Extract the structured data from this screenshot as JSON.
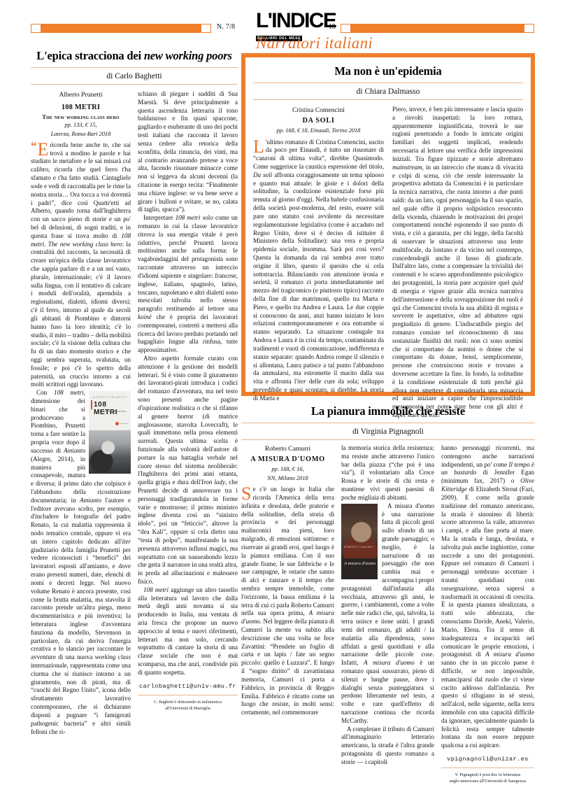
{
  "masthead": {
    "issue_number": "N. 7/8",
    "page_number": "19",
    "logo_main": "L'INDICE",
    "logo_sub": "DEI LIBRI DEL MESE",
    "section_title": "Narratori italiani",
    "accent_color": "#f07d2a"
  },
  "articles": {
    "left": {
      "headline_plain": "L'epica stracciona dei ",
      "headline_italic": "new working poors",
      "byline": "di Carlo Baghetti",
      "book": {
        "author": "Alberto Prunetti",
        "title": "108 METRI",
        "subtitle": "The new working class hero",
        "meta_line1": "pp. 133, € 15,",
        "meta_line2": "Laterza, Roma-Bari 2018"
      },
      "cover": {
        "author_small": "ALBERTO PRUNETTI",
        "title_big": "108 METRI",
        "subtitle_small": "The new working class hero"
      },
      "col1": {
        "p1_quote": "“",
        "p1_dropcap": "E",
        "p1": "ricorda bene anche te, che sai trovà a modino le parole e hai studiato le metafore e le sai misurà col calibro, ricorda che quel ferro t'ha sfamato e t'ha fatto studià. Càntagliele sode e vedi di raccontalla per le rime la nostra storia… Ora tocca a voi doventà i padri”, dice così Quattr'etti ad Alberto, quando torna dall'Inghilterra con un sacco pieno di storie e un po' bel di delusioni, di sogni traditi, e in questa frase si trova molto di ",
        "p1_i1": "108 metri. The new working class hero",
        "p1_b": ": la centralità del racconto, la necessità di creare un'epica della classe lavoratrice che sappia parlare di e a un noi vasto, plurale, internazionale; c'è il lavoro sulla lingua, con il tentativo di calcare i moduli dell'oralità, aprendola a regionalismi, dialetti, idiomi diversi; c'è il ferro, intorno al quale da secoli gli abitanti di Piombino e dintorni hanno fuso la loro identità; c'è lo studio, il mito – tradito – della mobilità sociale; c'è la visione della cultura che fu di un dato momento storico e che oggi sembra superata, svalutata, un fossile; e poi c'è lo spettro della paternità, un cruccio intorno a cui molti scrittori oggi lavorano.",
        "p2_a": "Con ",
        "p2_i1": "108 metri",
        "p2_b": ", dimensione dei binari che si producevano a Piombino, Prunetti torna a fare sentire la propria voce dopo il successo di ",
        "p2_i2": "Amianto",
        "p2_c": " (Alegre, 2014), in maniera più consapevole, matura e diversa; il primo dato che colpisce è l'abbandono della ricostruzione documentaria; in ",
        "p2_i3": "Amianto",
        "p2_d": " l'autore e l'editore avevano scelto, per esempio, d'includere le fotografie del padre Renato, la cui malattia rappresenta il nodo tematico centrale, oppure vi era un intero capitolo dedicato all'",
        "p2_i4": "iter",
        "p2_e": " giudiziario della famiglia Prunetti per vedere riconosciuti i “benefici” dei lavoratori esposti all'amianto, e dove erano presenti numeri, date, elenchi di nomi e decreti legge. Nel nuovo volume Renato è ancora presente, così come la brutta malattia, ma stavolta il racconto prende un'altra piega, meno documentaristica e più inventiva; la letteratura inglese d'avventura funziona da modello, Stevenson in particolare, da cui deriva l'energia creativa e lo slancio per raccontare le avventure di una nuova ",
        "p2_i5": "working class",
        "p2_f": " internazionale, rappresentata come una ciurma che si riunisce intorno a un giuramento, non di pirati, ma di “cuochi del Regno Unito”, icona dello sfruttamento lavorativo contemporaneo, che si dichiarano disposti a pugnare “i famigerati pathogenic bacteria” e altri simili felloni che ri-"
      },
      "col2": {
        "p1": "schiano di piegare i sudditi di Sua Maestà. Si deve principalmente a questa ascendenza letteraria il tono baldanzoso e fin quasi spaccone, gagliardo e esuberante di uno dei pochi testi italiani che racconta il lavoro senza cedere alla retorica della sconfitta, della rinuncia, dei vinti, ma al contrario avanzando pretese a voce alta, facendo risuonare minacce come non si leggeva da alcuni decenni (la citazione in esergo recita: “Finalmente una chiave inglese: se va bene serve a girare i bulloni e svitare, se no, calata di taglio, spacca”).",
        "p2_a": "Interpretare ",
        "p2_i1": "108 metri",
        "p2_b": " solo come un romanzo in cui la classe lavoratrice ritrova la sua energia vitale è però riduttivo, perché Prunetti lavora moltissimo anche sulla forma: le vagabondaggini del protagonista sono raccontate attraverso un intreccio d'idiomi sapiente e singolare: francese, inglese, italiano, spagnolo, latino, toscano, napoletano e altri dialetti sono mescolati talvolta nello stesso paragrafo restituendo al lettore una ",
        "p2_i2": "koiné",
        "p2_c": " che è propria dei lavoratori contemporanei, costretti a mettersi alla ricerca del lavoro perduto portando nel bagagliaio lingue alla rinfusa, tutte approssimative.",
        "p3_a": "Altro aspetto formale curato con attenzione è la gestione dei modelli letterari. Si è visto come il giuramento dei lavoratori-pirati introduca i codici del romanzo d'avventura, ma nel testo sono presenti anche pagine d'ispirazione realistica o che si rifanno al genere horror (di matrice anglosassone, stavolta Lovecraft), le quali immettono nella prosa elementi surreali. Questa ultima scelta è funzionale alla volontà dell'autore di portare la sua battaglia verbale nel cuore stesso del sistema neoliberale: l'Inghilterra dei primi anni ottanta, quella grigia e dura dell'",
        "p3_i1": "Iron lady",
        "p3_b": ", che Prunetti decide di annoverare tra i personaggi trasfigurandola in forme varie e mostruose; il primo ministro inglese diventa così un “sinistro idolo”, poi un “feticcio”, altrove la “dea Kalì”, oppure si cela dietro una “testa di polpo”, manifestando la sua presenza attraverso influssi magici, ma soprattutto con un nauseabondo lezzo che getta il narratore in una realtà altra, in preda ad allucinazioni e malessere fisico.",
        "p4_i1": "108 metri",
        "p4_a": " aggiunge un altro tassello alla letteratura sul lavoro che dalla metà degli anni novanta si sta producendo in Italia, una ventata di aria fresca che propone un nuovo approccio al tema e nuovi riferimenti, letterari ma non solo, cercando soprattutto di cantare la storia di una classe sociale che non è mai scomparsa, ma che anzi, condivide più di quanto sospetta.",
        "email": "carlobaghetti@univ-amu.fr",
        "credit_line1": "C. Baghetti è dottorando in italianistica",
        "credit_line2": "all'Università di Marsiglia"
      }
    },
    "right_top": {
      "headline": "Ma non è un'epidemia",
      "byline": "di Chiara Dalmasso",
      "book": {
        "author": "Cristina Comencini",
        "title": "DA SOLI",
        "meta": "pp. 168, € 18, Einaudi, Torino 2018"
      },
      "col1": {
        "p1_dropcap": "L",
        "p1_a": "'ultimo romanzo di Cristina Comencini, uscito da poco per Einaudi, è tutto un risuonare di “canzoni di ultima volta”, direbbe Quasimodo. Come suggerisce la caustica espressione del titolo, ",
        "p1_i1": "Da soli",
        "p1_b": " affronta coraggiosamente un tema spinoso e quanto mai attuale: le gioie e i dolori della solitudine, la condizione esistenziale forse più temuta al giorno d'oggi. Nella babele confusionaria della società post-moderna, del resto, essere soli pare uno statuto così avvilente da necessitare regolamentazione legislativa (come è accaduto nel Regno Unito, dove si è deciso di istituire il Ministero della Solitudine): una vera e propria epidemia sociale, insomma. Sarà poi così vero? Questa la domanda da cui sembra aver tratto origine il libro, questo il quesito che si cela sottotraccia. Bilanciando con attenzione ironia e serietà, il romanzo ci porta immediatamente nel mezzo del tragicomico (e piuttosto tipico) racconto della fine di due matrimoni, quello tra Marta e Piero, e quello tra Andrea e Laura. Le due coppie si conoscono da anni, anzi hanno iniziato le loro relazioni contemporaneamente e ora entrambe si stanno separando. La situazione coniugale tra Andrea e Laura è in crisi da tempo, contaminata da tradimenti e vuoti di comunicazione, indifferenza e stanze separate: quando Andrea rompe il silenzio e si allontana, Laura patisce a tal punto l'abbandono da ammalarsi, ma estromette il marito dalla sua vita e affronta l'",
        "p1_i2": "iter",
        "p1_c": " delle cure da sola; sviluppo prevedibile e quasi scontato, si direbbe. La storia di Marta e"
      },
      "col2": {
        "p1_a": "Piero, invece, è ben più interessante e lascia spazio a risvolti inaspettati: la loro rottura, apparentemente ingiustificata, troverà le sue ragioni penetrando a fondo le intricate origini familiari dei soggetti implicati, rendendo necessaria al lettore una verifica delle impressioni iniziali. Tra figure tipizzate e storie altrettanto ",
        "p1_i1": "mainstream",
        "p1_b": ", in un intreccio che manca di vivacità e colpi di scena, ciò che rende interessante la prospettiva adottata da Comencini è in particolare la tecnica narrativa, che ruota intorno a due punti saldi: da un lato, ogni personaggio ha il suo spazio, nel quale offre il proprio solipsistico resoconto della vicenda, chiarendo le motivazioni dei propri comportamenti nonché esponendo il suo punto di vista, e ciò a garanzia, per chi legge, della facoltà di osservare le situazioni attraverso una lente multifocale, da lontano e da vicino nel contempo, concedendogli anche il lusso di giudicarle. Dall'altro lato, come a compensare la trivialità dei contenuti e lo scarso approfondimento psicologico dei protagonisti, la storia pare acquisire quel ",
        "p1_i2": "quid",
        "p1_c": " di energia e vigore grazie alla tecnica narrativa dell'intersezione e della sovrapposizione dei ruoli è qui che Comencini rivela la sua abilità di regista e sovverte le aspettative, oltre ad abbattere ogni pregiudizio di genere. L'indiscutibile pregio del romanzo consiste nel riconoscimento di una sostanziale fluidità dei ruoli: non ci sono uomini che si comportano da uomini o donne che si comportano da donne, bensì, semplicemente, persone che costruiscono storie e trovano a doversene accettare la fine. In fondo, la solitudine è la condizione esistenziale di tutti perché già allora non smettere di considerarla una minaccia ed anzi iniziare a capire che l'imprescindibile presupposto per poter stare bene con gli altri è saper stare da soli?"
      }
    },
    "right_bottom": {
      "headline": "La pianura immobile che resiste",
      "byline": "di Virginia Pignagnoli",
      "book": {
        "author": "Roberto Camurri",
        "title": "A MISURA D'UOMO",
        "meta_line1": "pp. 168, € 16,",
        "meta_line2": "NN, Milano 2018"
      },
      "cover": {
        "author_small": "ROBERTO CAMURRI",
        "title_small": "A misura d'uomo"
      },
      "col1": {
        "p1_dropcap": "S",
        "p1_a": "e c'è un luogo in Italia che ricorda l'America della terra infinita e desolata, delle praterie e della solitudine, della storia di provincia e dei personaggi malinconici ma pieni, loro malgrado, di emozioni sottintese: e riservate ai grandi eroi, quel luogo è la pianura emiliana. Con il suo grande fiume, le sue fabbriche e le sue campagne, le ostarie che sanno di alci e zanzare e il tempo che sembra sempre immobile, come l'orizzonte, la bassa emiliana è la terra di cui ci parla Roberto Camurri nella sua opera prima, ",
        "p1_i1": "A misura d'uomo",
        "p1_b": ". Nel leggere della pianura di Camurri la mente va subito alla descrizione che una volta ne fece Zavattini: “Prendete un foglio di carta e un lapis / fate un segno piccolo: quello è Luzzara”. E lungo il “sogno diritto” di zavattiniana memoria, Camurri ci porta a Fabbrico, in provincia di Reggio Emilia. Fabbrico è ritratto come un luogo che resiste, in molti sensi: certamente, nel commemorare"
      },
      "col2": {
        "p1": "la memoria storica della resistenza; ma resiste anche attraverso l'unico bar della piazza (“che poi è una via”), il volontariato alla Croce Rossa e le storie di chi resta e mantiene vivi questi paesini di poche migliaia di abitanti.",
        "p2_a": "A misura d'uomo è una narrazione fatta di piccoli gesti sullo sfondo di un grande paesaggio; o meglio, è la narrazione di un paesaggio che non cambia mai e accompagna i propri protagonisti dall'infanzia alla vecchiaia, attraverso gli anni, le guerre, i cambiamenti, come a volte nelle mie radici che, qui, talvolta, la terra unisce e tiene uniti. I grandi temi del romanzo, gli adulti / la malattia alla dipendenza, sono affidati a gesti quotidiani e alla narrazione delle piccole cose. Infatti, ",
        "p2_i1": "A misura d'uomo",
        "p2_b": " è un romanzo quasi sussurrato, pieno di silenzi e lunghe pause, dove i dialoghi senza punteggiatura si perdono liberamente nel testo, a volte e rare quell'effetto di narrazione continua che ricorda McCarthy.",
        "p3_a": "A completare il tributo di Camurri all'immaginario letterario americano, la strada è l'altra grande protagonista di questo romanzo a storie — i capitoli"
      },
      "col3": {
        "p1_a": "hanno personaggi ricorrenti, ma contengono anche narrazioni indipendenti, un po' come ",
        "p1_i1": "Il tempo è un bastardo",
        "p1_b": " di Jennifer Egan (minimum fax, 2017) o ",
        "p1_i2": "Olive Kitteridge",
        "p1_c": " di Elizabeth Strout (Fazi, 2009). E come nella grande tradizione del romanzo americano, la strada è sinonimo di libertà: scorre attraverso la valle, attraverso i campi, e alla fine porta al mare. Ma la strada è lunga, desolata, e talvolta può anche inghiottire, come succede a uno dei protagonisti. Eppure nel romanzo di Camurri i personaggi sembrano accettare i traumi quotidiani con rassegnazione, senza sapersi a trasformarli in occasioni di crescita. È in questa pianura idealizzata, a tratti solo abbozzata, che conosciamo Davide, Aneki, Valerio, Mario, Elena. Tra il senso di inadeguatezza e incapacità nel comunicare le proprie emozioni, i protagonisti di ",
        "p1_i3": "A misura d'uomo",
        "p1_d": " sanno che in un piccolo paese è difficile, se non impossibile, emanciparsi dal ruolo che ci viene cucito addosso dall'infanzia. Per questo si rifugiano in sé stessi, nell'alcol, nelle sigarette, nella terra immobile con una capacità difficile da ignorare, specialmente quando la felicità resta sempre talmente lontana da non essere neppure qualcosa a cui aspirare.",
        "email": "vpignagnoli@unizar.es",
        "credit_line1": "V. Pignagnoli è post-doc in letteratura",
        "credit_line2": "anglo-americana all'Università di Saragozza"
      }
    }
  }
}
